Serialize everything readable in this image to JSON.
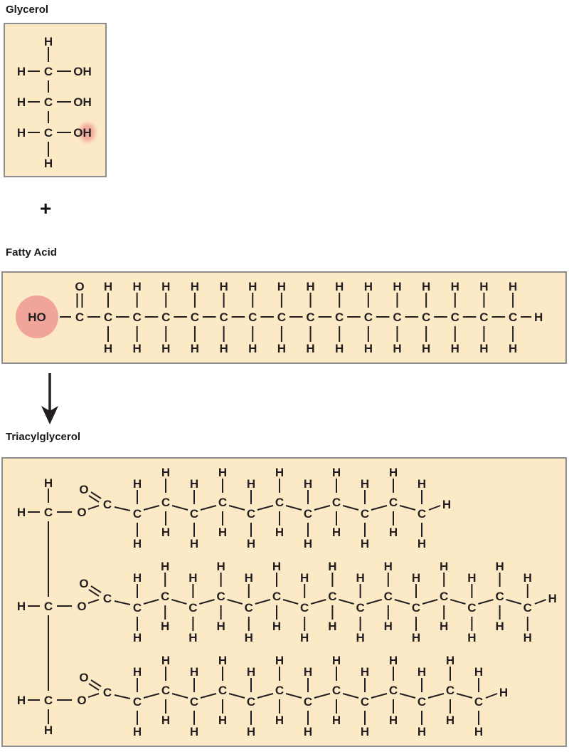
{
  "colors": {
    "box_fill": "#FCE9C6",
    "box_border": "#8E8E8E",
    "highlight": "#F0A49A",
    "ink": "#231F20"
  },
  "atoms": {
    "hydrogen": "H",
    "carbon": "C",
    "oxygen": "O",
    "hydroxyl": "OH",
    "hydroxide": "HO"
  },
  "glycerol": {
    "label": "Glycerol",
    "carbon_rows": 3,
    "row_pattern": [
      "H",
      "C",
      "OH"
    ],
    "terminal_hydrogens": [
      "H",
      "H"
    ],
    "highlighted_atom": "H"
  },
  "plus_sign": "+",
  "fatty_acid": {
    "label": "Fatty Acid",
    "hydroxide_label": "HO",
    "carbonyl_oxygen": "O",
    "chain_carbons": 15,
    "total_carbons": 16,
    "terminal_hydrogen": "H"
  },
  "reaction_arrow": "down",
  "triacylglycerol": {
    "label": "Triacylglycerol",
    "glycerol_backbone_rows": 3,
    "chains": [
      {
        "chain_carbons": 11
      },
      {
        "chain_carbons": 15
      },
      {
        "chain_carbons": 13
      }
    ]
  }
}
